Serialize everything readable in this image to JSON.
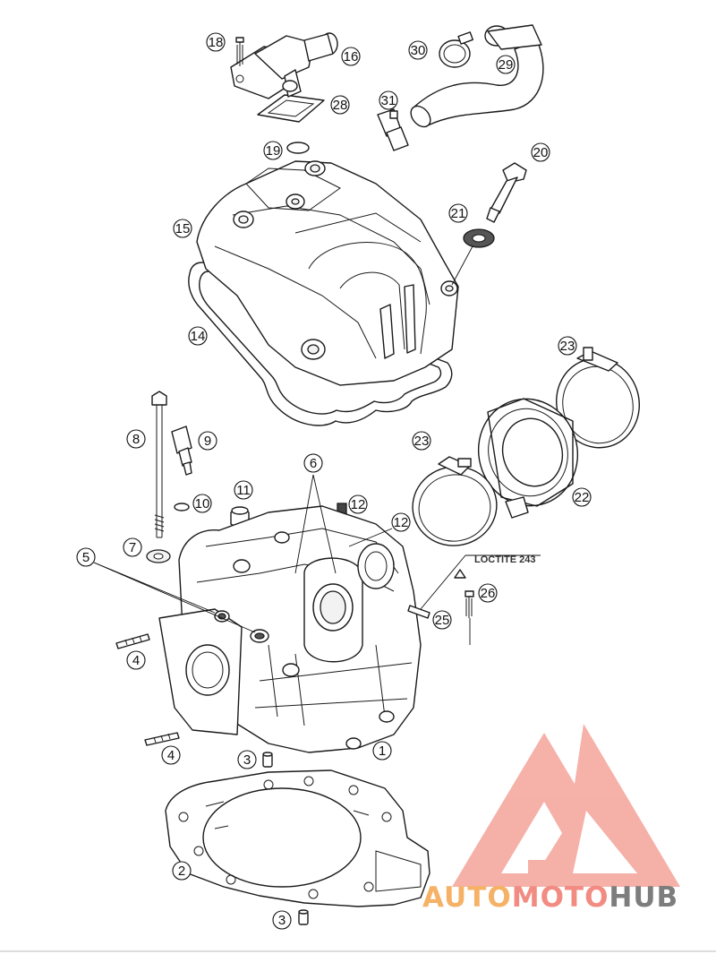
{
  "callouts": [
    {
      "label": "1"
    },
    {
      "label": "2"
    },
    {
      "label": "3"
    },
    {
      "label": "3"
    },
    {
      "label": "4"
    },
    {
      "label": "4"
    },
    {
      "label": "5"
    },
    {
      "label": "6"
    },
    {
      "label": "7"
    },
    {
      "label": "8"
    },
    {
      "label": "9"
    },
    {
      "label": "10"
    },
    {
      "label": "11"
    },
    {
      "label": "12"
    },
    {
      "label": "12"
    },
    {
      "label": "14"
    },
    {
      "label": "15"
    },
    {
      "label": "16"
    },
    {
      "label": "18"
    },
    {
      "label": "19"
    },
    {
      "label": "20"
    },
    {
      "label": "21"
    },
    {
      "label": "22"
    },
    {
      "label": "23"
    },
    {
      "label": "23"
    },
    {
      "label": "25"
    },
    {
      "label": "26"
    },
    {
      "label": "28"
    },
    {
      "label": "29"
    },
    {
      "label": "30"
    },
    {
      "label": "31"
    }
  ],
  "annotation": {
    "loctite": "LOCTITE 243"
  },
  "watermark": {
    "part1": "AUTO",
    "part2": "MOTO",
    "part3": "HUB",
    "color_orange": "#f5b266",
    "color_red": "#f28b82",
    "color_gray": "#7d7d7d"
  }
}
